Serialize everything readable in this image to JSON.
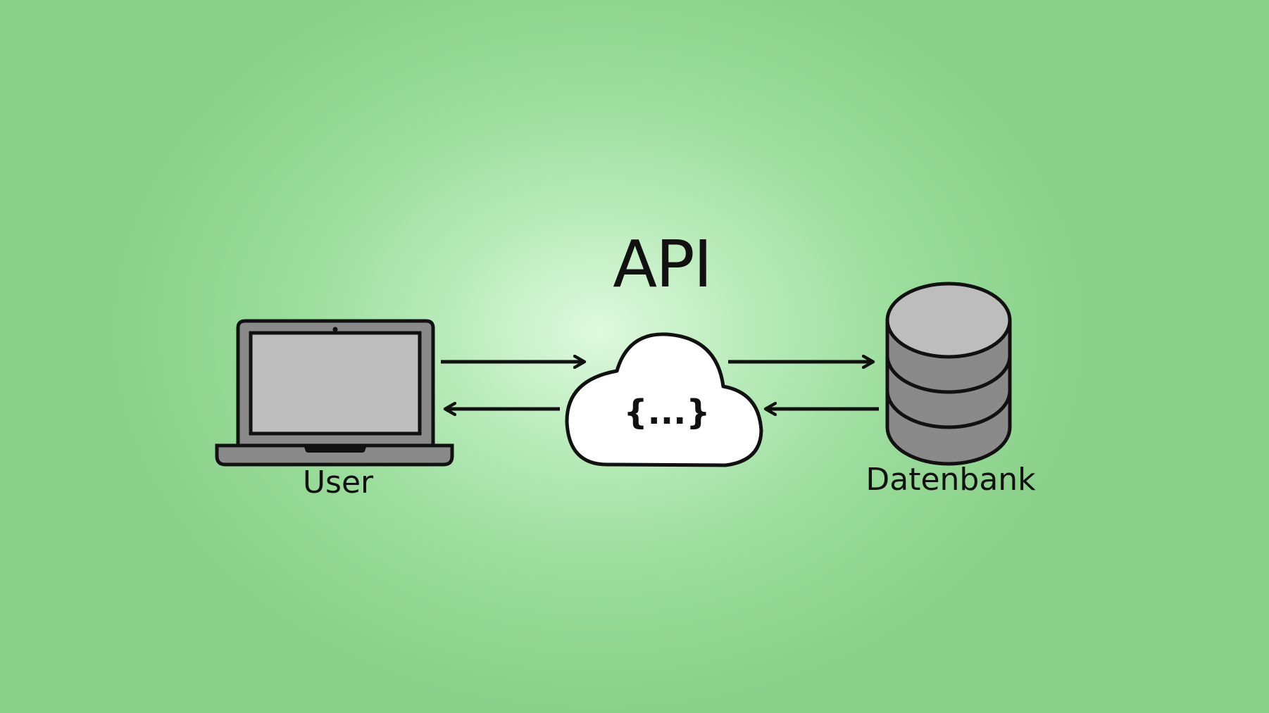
{
  "diagram": {
    "title": "API",
    "nodes": [
      {
        "id": "user",
        "label": "User",
        "icon": "laptop-icon"
      },
      {
        "id": "api",
        "label": "{...}",
        "icon": "cloud-icon"
      },
      {
        "id": "db",
        "label": "Datenbank",
        "icon": "database-icon"
      }
    ],
    "edges": [
      {
        "from": "user",
        "to": "api"
      },
      {
        "from": "api",
        "to": "user"
      },
      {
        "from": "api",
        "to": "db"
      },
      {
        "from": "db",
        "to": "api"
      }
    ],
    "colors": {
      "background_outer": "#88cf88",
      "background_center": "#dff9df",
      "stroke": "#111111",
      "device_dark": "#8a8a8a",
      "device_light": "#bdbdbd",
      "cloud_fill": "#ffffff"
    }
  }
}
